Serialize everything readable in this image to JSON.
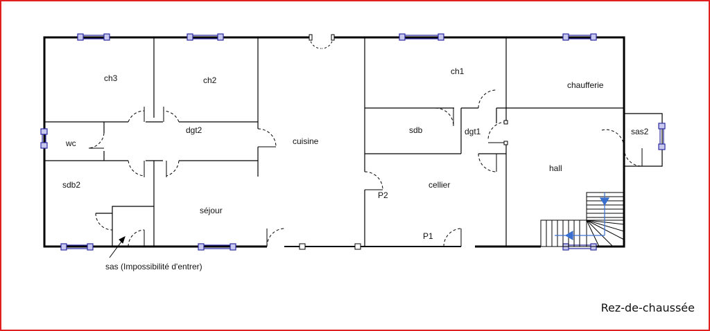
{
  "rooms": {
    "ch3": "ch3",
    "ch2": "ch2",
    "ch1": "ch1",
    "chaufferie": "chaufferie",
    "wc": "wc",
    "dgt2": "dgt2",
    "cuisine": "cuisine",
    "sdb": "sdb",
    "dgt1": "dgt1",
    "sas2": "sas2",
    "hall": "hall",
    "sdb2": "sdb2",
    "sejour": "séjour",
    "cellier": "cellier",
    "p2": "P2",
    "p1": "P1"
  },
  "annotations": {
    "sas": "sas (Impossibilité d'entrer)"
  },
  "level_caption": "Rez-de-chaussée",
  "colors": {
    "frame": "#e02020",
    "wall": "#000000",
    "window": "#2a2aa0",
    "window_fill": "#c8c8ee",
    "stair_arrow": "#3a6fd0"
  }
}
